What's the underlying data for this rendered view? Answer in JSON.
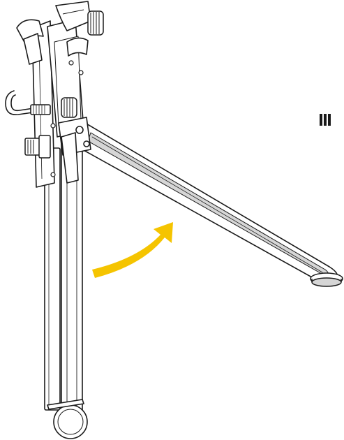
{
  "illustration": {
    "subject": "bike-repair-stand-leg-unfold",
    "colors": {
      "line": "#1a1a1a",
      "fill": "#ffffff",
      "shade": "#d6d6d6",
      "arrow": "#f5c400"
    },
    "arrow_icon": "curved-arrow-up-right"
  },
  "step_marker": {
    "icon": "step-progress-bars",
    "bars_total": 3
  }
}
